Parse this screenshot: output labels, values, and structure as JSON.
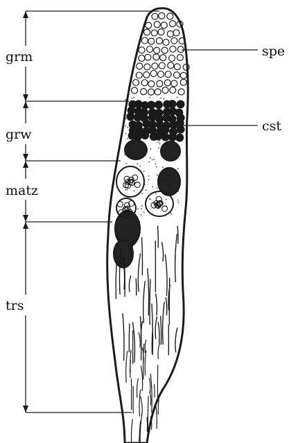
{
  "figure": {
    "zones": [
      {
        "id": "grm",
        "label": "grm"
      },
      {
        "id": "grw",
        "label": "grw"
      },
      {
        "id": "matz",
        "label": "matz"
      },
      {
        "id": "trs",
        "label": "trs"
      }
    ],
    "callouts": [
      {
        "id": "spe",
        "label": "spe"
      },
      {
        "id": "cst",
        "label": "cst"
      }
    ],
    "colors": {
      "ink": "#1a1a1a",
      "background": "#ffffff"
    }
  }
}
